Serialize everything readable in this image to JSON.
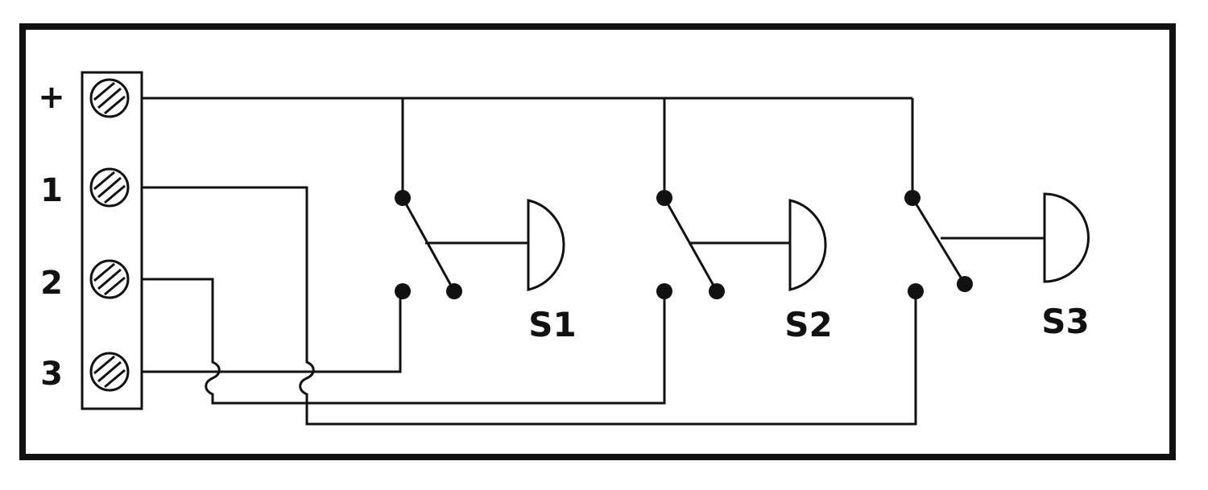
{
  "terminals": [
    {
      "label": "+"
    },
    {
      "label": "1"
    },
    {
      "label": "2"
    },
    {
      "label": "3"
    }
  ],
  "switches": [
    {
      "label": "S1"
    },
    {
      "label": "S2"
    },
    {
      "label": "S3"
    }
  ],
  "colors": {
    "line": "#111111",
    "background": "#ffffff"
  }
}
